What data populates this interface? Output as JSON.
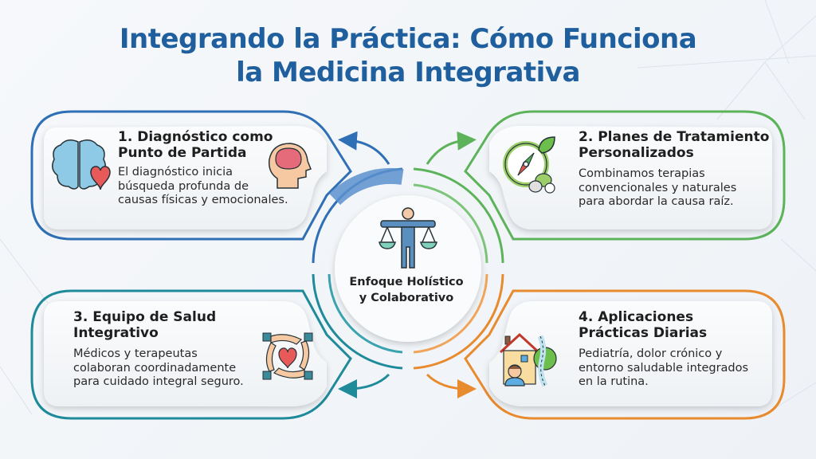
{
  "title": {
    "line1": "Integrando la Práctica: Cómo Funciona",
    "line2": "la Medicina Integrativa"
  },
  "center": {
    "line1": "Enfoque Holístico",
    "line2": "y Colaborativo",
    "icon": "balance-person-icon"
  },
  "cards": [
    {
      "title_line1": "1. Diagnóstico como",
      "title_line2": "Punto de Partida",
      "body_line1": "El diagnóstico inicia",
      "body_line2": "búsqueda profunda de",
      "body_line3": "causas físicas y emocionales.",
      "color": "#2f6fb5",
      "icons": [
        "brain-heart-icon",
        "head-brain-icon"
      ]
    },
    {
      "title_line1": "2. Planes de Tratamiento",
      "title_line2": "Personalizados",
      "body_line1": "Combinamos terapias",
      "body_line2": "convencionales y naturales",
      "body_line3": "para abordar la causa raíz.",
      "color": "#5cb35a",
      "icons": [
        "compass-leaf-pills-icon"
      ]
    },
    {
      "title_line1": "3. Equipo de Salud",
      "title_line2": "Integrativo",
      "body_line1": "Médicos y terapeutas",
      "body_line2": "colaboran coordinadamente",
      "body_line3": "para cuidado integral seguro.",
      "color": "#1f8a9a",
      "icons": [
        "hands-heart-icon"
      ]
    },
    {
      "title_line1": "4. Aplicaciones",
      "title_line2": "Prácticas Diarias",
      "body_line1": "Pediatría, dolor crónico y",
      "body_line2": "entorno saludable integrados",
      "body_line3": "en la rutina.",
      "color": "#e88a2e",
      "icons": [
        "house-child-spine-icon"
      ]
    }
  ],
  "colors": {
    "title": "#1f5f9e",
    "blue": "#2f6fb5",
    "green": "#5cb35a",
    "teal": "#1f8a9a",
    "orange": "#e88a2e"
  }
}
